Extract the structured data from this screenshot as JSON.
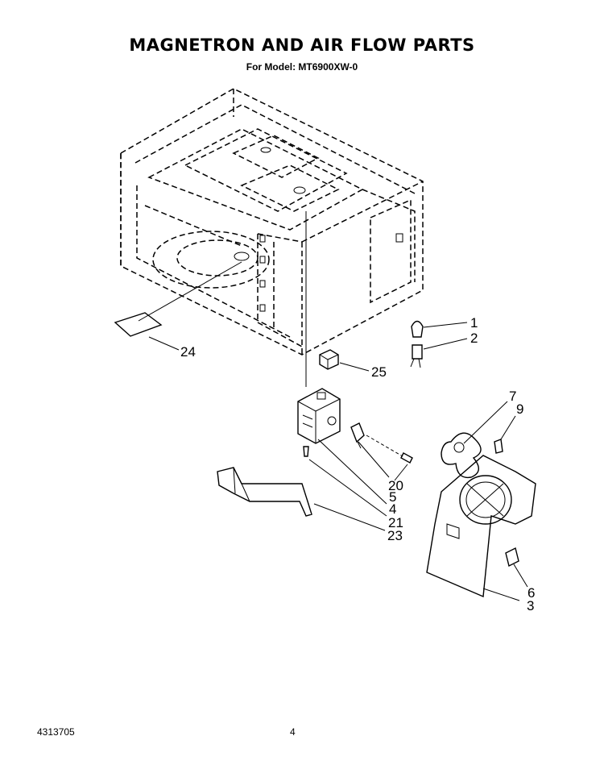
{
  "header": {
    "title": "MAGNETRON AND AIR FLOW PARTS",
    "subtitle": "For Model: MT6900XW-0"
  },
  "callouts": [
    "1",
    "2",
    "24",
    "25",
    "7",
    "9",
    "20",
    "5",
    "4",
    "21",
    "23",
    "6",
    "3"
  ],
  "footer": {
    "doc_number": "4313705",
    "page_number": "4"
  }
}
